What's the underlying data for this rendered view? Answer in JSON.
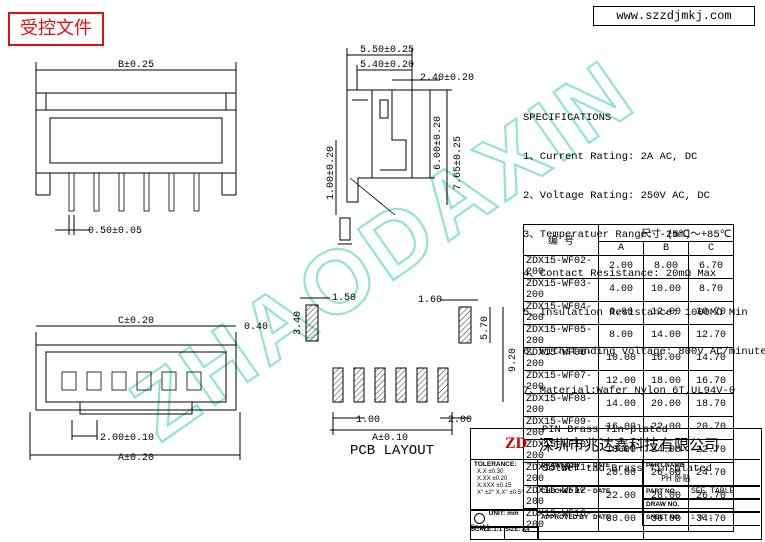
{
  "stamp": "受控文件",
  "website": "www.szzdjmkj.com",
  "watermark": "ZHAODAXIN",
  "specs": {
    "title": "SPECIFICATIONS",
    "items": [
      "1、Current Rating: 2A AC, DC",
      "2、Voltage Rating: 250V AC, DC",
      "3、Temperatuer Range: -25℃～+85℃",
      "4、Contact Resistance: 20mΩ Max",
      "5、Insulation Resistance: 1000MΩ Min",
      "6、Withstanding Voltage: 800V AC/minute",
      "7、Material:Wafer Nylon 6T,UL94V-0",
      "   PIN Brass Tin-plated",
      "   Solder tad Brass Tin-plated"
    ]
  },
  "dims": {
    "b": "B±0.25",
    "d550": "5.50±0.25",
    "d540": "5.40±0.20",
    "d240": "2.40±0.20",
    "d600": "6.00±0.20",
    "d765": "7.65±0.25",
    "d100": "1.00±0.20",
    "pin": "0.50±0.05",
    "c": "C±0.20",
    "d040": "0.40",
    "pitch": "2.00±0.10",
    "a": "A±0.20",
    "p150": "1.50",
    "p160": "1.60",
    "p340": "3.40",
    "p570": "5.70",
    "p920": "9.20",
    "p100": "1.00",
    "pa": "A±0.10",
    "p200": "2.00"
  },
  "pcb_label": "PCB LAYOUT",
  "table": {
    "h_no": "编 号",
    "h_size": "尺寸 (mm)",
    "cols": [
      "A",
      "B",
      "C"
    ],
    "rows": [
      [
        "ZDX15-WF02-200",
        "2.00",
        "8.00",
        "6.70"
      ],
      [
        "ZDX15-WF03-200",
        "4.00",
        "10.00",
        "8.70"
      ],
      [
        "ZDX15-WF04-200",
        "6.00",
        "12.00",
        "10.70"
      ],
      [
        "ZDX15-WF05-200",
        "8.00",
        "14.00",
        "12.70"
      ],
      [
        "ZDX15-WF06-200",
        "10.00",
        "16.00",
        "14.70"
      ],
      [
        "ZDX15-WF07-200",
        "12.00",
        "18.00",
        "16.70"
      ],
      [
        "ZDX15-WF08-200",
        "14.00",
        "20.00",
        "18.70"
      ],
      [
        "ZDX15-WF09-200",
        "16.00",
        "22.00",
        "20.70"
      ],
      [
        "ZDX15-WF10-200",
        "18.00",
        "24.00",
        "22.70"
      ],
      [
        "ZDX15-WF11-200",
        "20.00",
        "26.00",
        "24.70"
      ],
      [
        "ZDX15-WF12-200",
        "22.00",
        "28.00",
        "26.70"
      ],
      [
        "ZDX15-WF16-200",
        "30.00",
        "36.00",
        "34.70"
      ]
    ]
  },
  "titleblock": {
    "company": "深圳市兆达鑫科技有限公司",
    "logo": "ZD",
    "tolerance": "TOLERANCE:",
    "tol_lines": [
      "X.X  ±0.30",
      "X.XX ±0.20",
      "X.XXX ±0.15",
      "X° ±2°  X.X° ±0.5°"
    ],
    "unit": "UNIT: mm [inch]",
    "scale": "SCALE:1:1",
    "size": "SIZE: A4",
    "drawn_by": "DRAWED BY",
    "checked_by": "CHECKED BY",
    "approved_by": "APPROVED BY",
    "date": "DATE",
    "part_name": "PART NAME",
    "part_name_val": "PH 卧贴",
    "part_no": "PART NO.",
    "part_no_val": "SEE TABLE",
    "draw_no": "DRAW NO.",
    "sheet_no": "SHEET NO.",
    "sheet_val": "1 OF 1"
  }
}
